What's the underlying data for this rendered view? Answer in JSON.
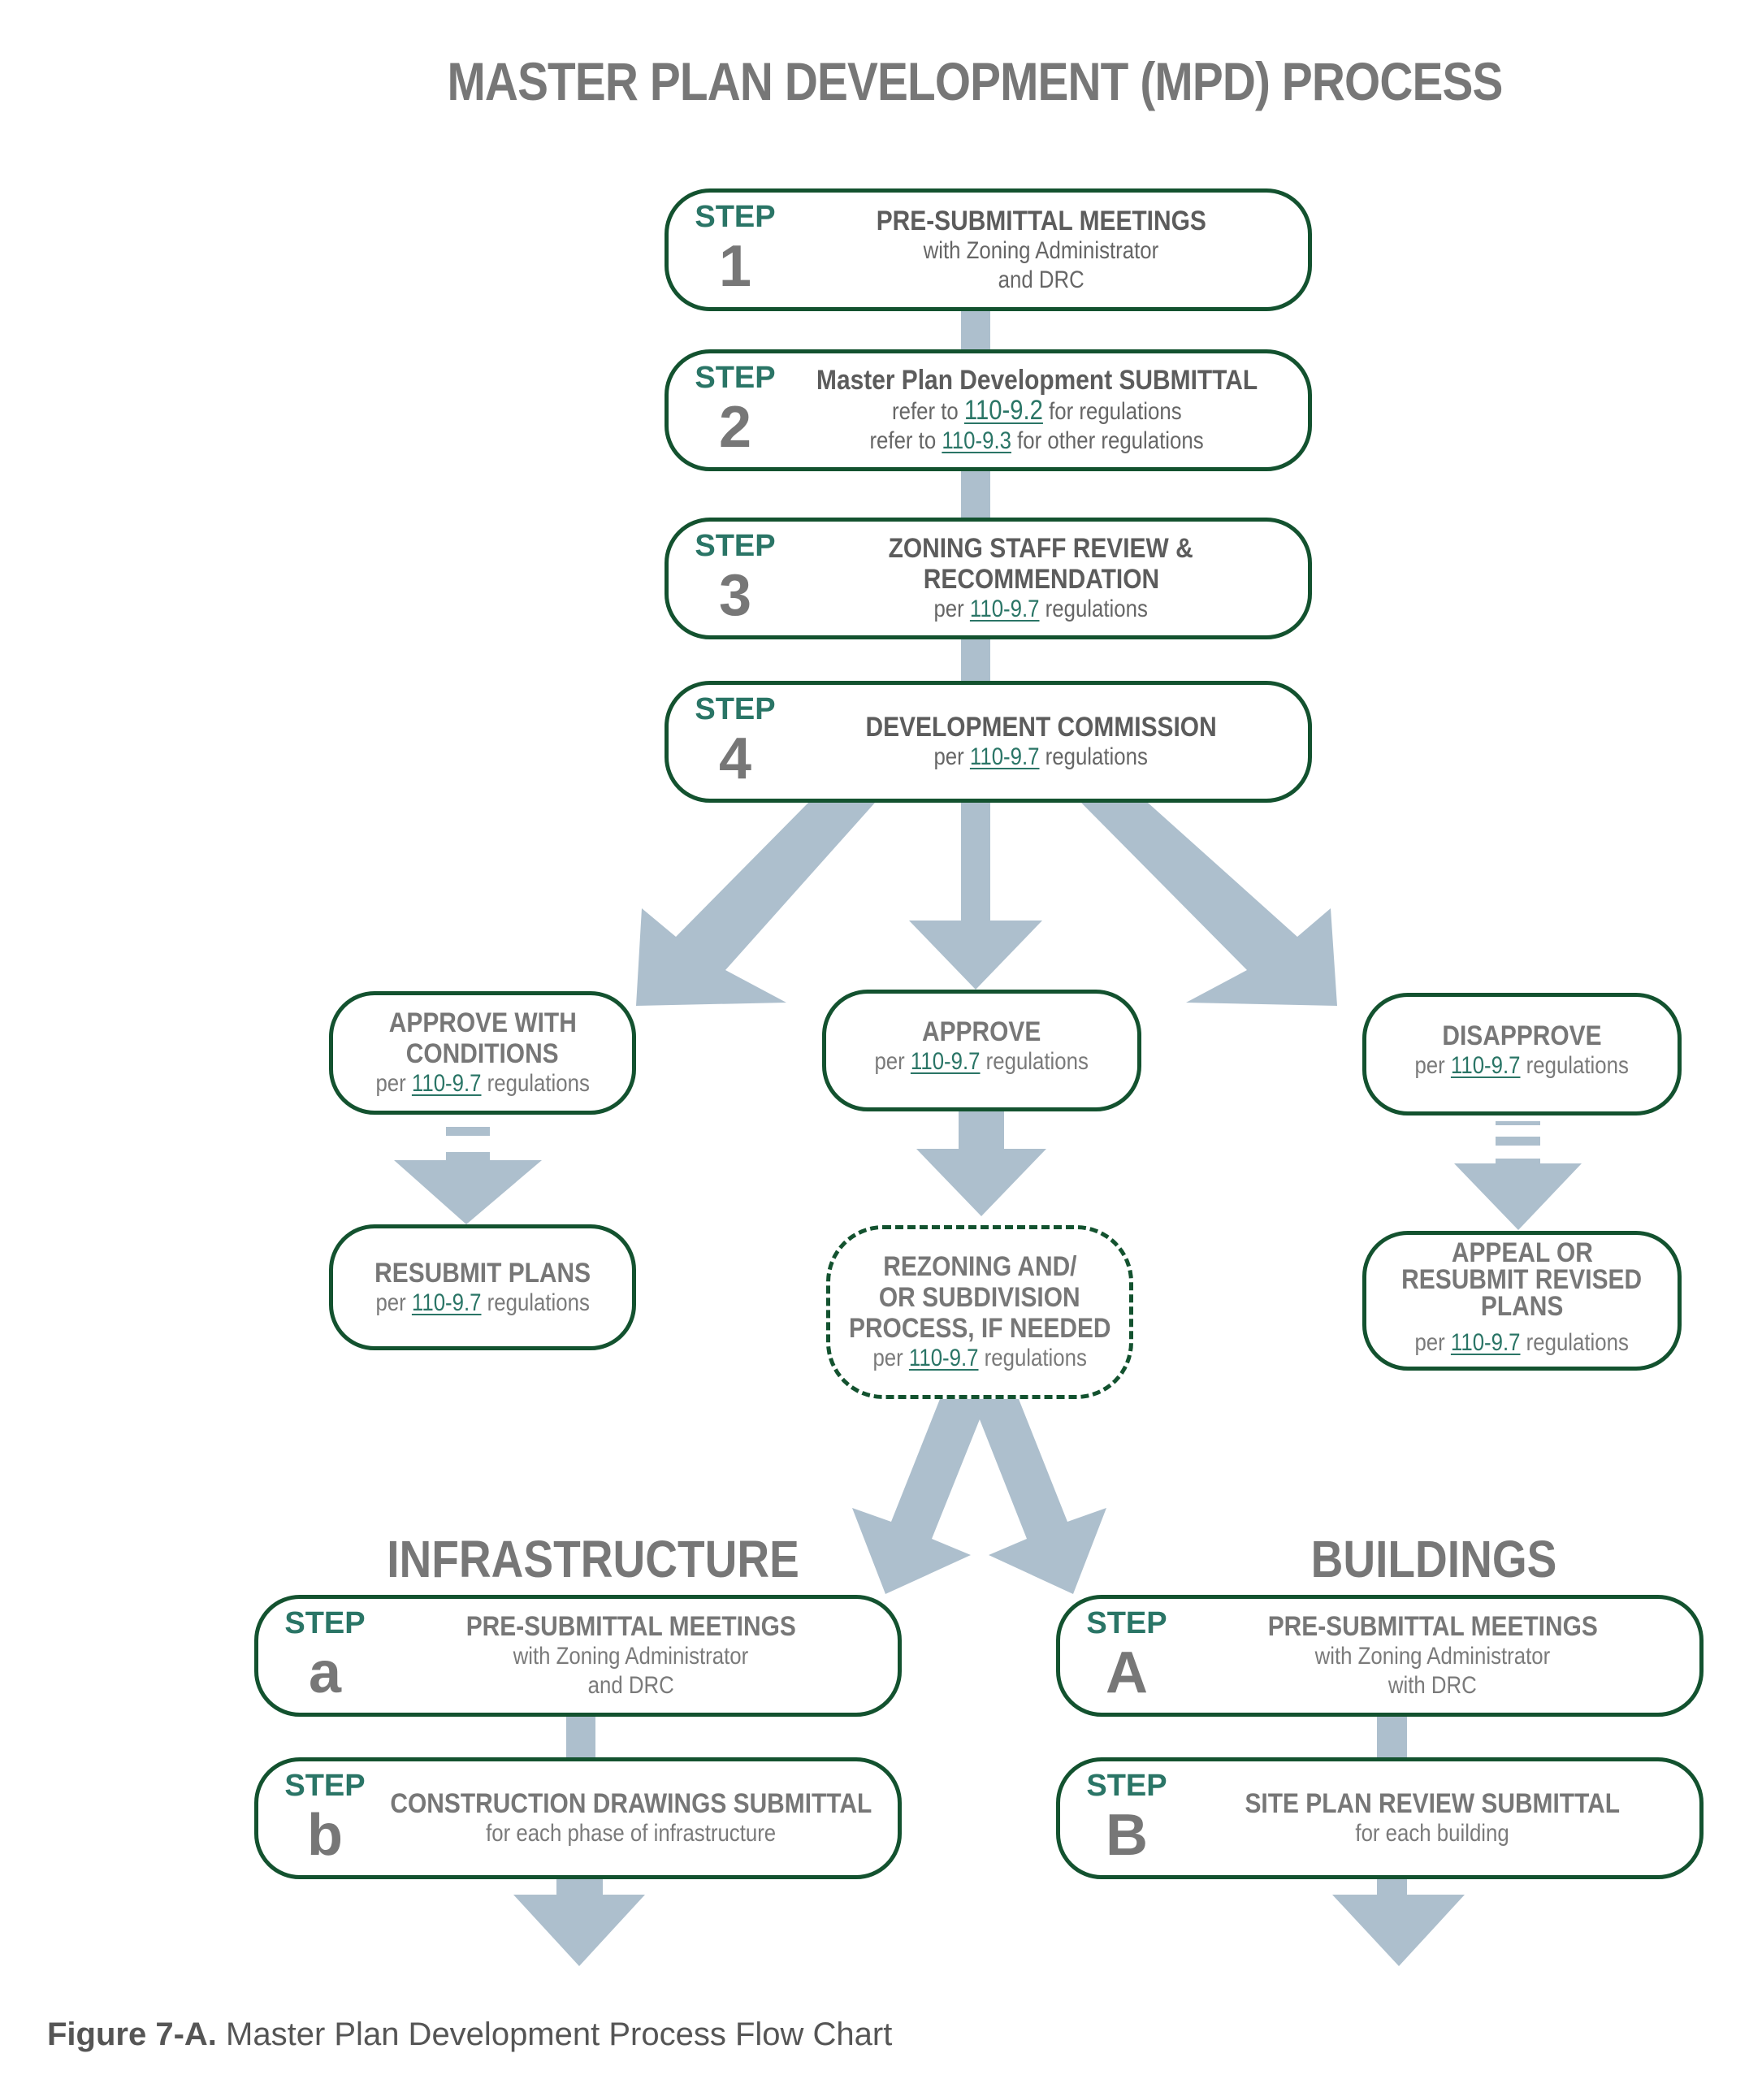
{
  "title": "MASTER PLAN DEVELOPMENT (MPD) PROCESS",
  "colors": {
    "box_border": "#13522f",
    "step_label": "#2a7566",
    "link": "#2a7566",
    "arrow": "#adbfcd",
    "text": "#777777"
  },
  "main_steps": [
    {
      "step_word": "STEP",
      "step_id": "1",
      "headline": "PRE-SUBMITTAL MEETINGS",
      "lines": [
        "with Zoning Administrator",
        "and DRC"
      ]
    },
    {
      "step_word": "STEP",
      "step_id": "2",
      "headline": "Master Plan Development SUBMITTAL",
      "line1": {
        "prefix": "refer to ",
        "ref": "110-9.2",
        "suffix": " for regulations"
      },
      "line2": {
        "prefix": "refer to ",
        "ref": "110-9.3",
        "suffix": " for other regulations"
      }
    },
    {
      "step_word": "STEP",
      "step_id": "3",
      "headline_line1": "ZONING STAFF REVIEW &",
      "headline_line2": "RECOMMENDATION",
      "ref_line": {
        "prefix": "per ",
        "ref": "110-9.7",
        "suffix": " regulations"
      }
    },
    {
      "step_word": "STEP",
      "step_id": "4",
      "headline": "DEVELOPMENT COMMISSION",
      "ref_line": {
        "prefix": "per ",
        "ref": "110-9.7",
        "suffix": " regulations"
      }
    }
  ],
  "outcomes": {
    "approve_with_conditions": {
      "headline_line1": "APPROVE WITH",
      "headline_line2": "CONDITIONS",
      "ref_line": {
        "prefix": "per ",
        "ref": "110-9.7",
        "suffix": " regulations"
      }
    },
    "approve": {
      "headline": "APPROVE",
      "ref_line": {
        "prefix": "per ",
        "ref": "110-9.7",
        "suffix": " regulations"
      }
    },
    "disapprove": {
      "headline": "DISAPPROVE",
      "ref_line": {
        "prefix": "per ",
        "ref": "110-9.7",
        "suffix": " regulations"
      }
    },
    "resubmit_plans": {
      "headline": "RESUBMIT PLANS",
      "ref_line": {
        "prefix": "per ",
        "ref": "110-9.7",
        "suffix": " regulations"
      }
    },
    "rezoning": {
      "headline_line1": "REZONING AND/",
      "headline_line2": "OR SUBDIVISION",
      "headline_line3": "PROCESS, IF NEEDED",
      "ref_line": {
        "prefix": "per ",
        "ref": "110-9.7",
        "suffix": " regulations"
      }
    },
    "appeal": {
      "headline_line1": "APPEAL OR",
      "headline_line2": "RESUBMIT REVISED",
      "headline_line3": "PLANS",
      "ref_line": {
        "prefix": "per ",
        "ref": "110-9.7",
        "suffix": " regulations"
      }
    }
  },
  "infrastructure": {
    "heading": "INFRASTRUCTURE",
    "steps": [
      {
        "step_word": "STEP",
        "step_id": "a",
        "headline": "PRE-SUBMITTAL MEETINGS",
        "lines": [
          "with Zoning Administrator",
          "and DRC"
        ]
      },
      {
        "step_word": "STEP",
        "step_id": "b",
        "headline": "CONSTRUCTION DRAWINGS SUBMITTAL",
        "lines": [
          "for each phase of infrastructure"
        ]
      }
    ]
  },
  "buildings": {
    "heading": "BUILDINGS",
    "steps": [
      {
        "step_word": "STEP",
        "step_id": "A",
        "headline": "PRE-SUBMITTAL MEETINGS",
        "lines": [
          "with Zoning Administrator",
          "with DRC"
        ]
      },
      {
        "step_word": "STEP",
        "step_id": "B",
        "headline": "SITE PLAN REVIEW SUBMITTAL",
        "lines": [
          "for each building"
        ]
      }
    ]
  },
  "caption": {
    "label": "Figure 7-A.",
    "text": " Master Plan Development Process Flow Chart"
  }
}
